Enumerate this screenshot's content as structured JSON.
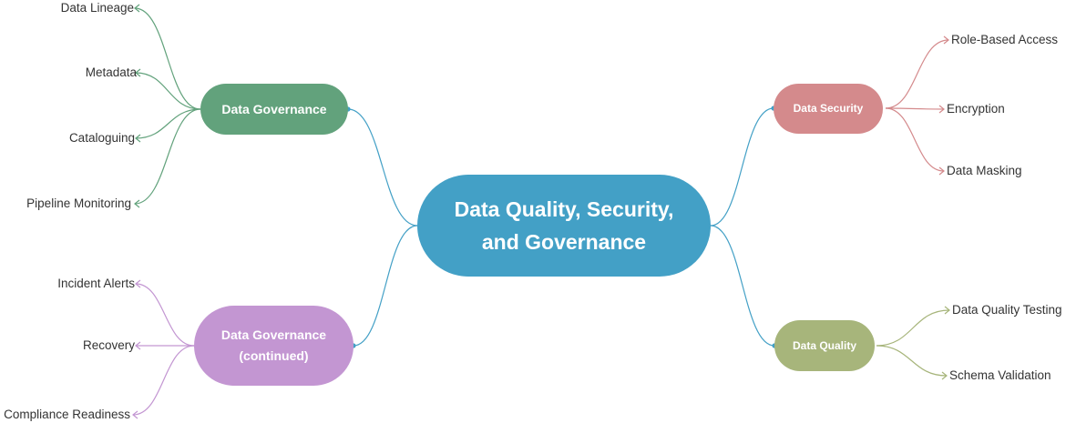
{
  "central": {
    "label": "Data Quality, Security,\nand Governance",
    "color": "#43A0C6"
  },
  "branches": [
    {
      "id": "gov",
      "label": "Data Governance",
      "color": "#62A27C",
      "leaves": [
        "Data Lineage",
        "Metadata",
        "Cataloguing",
        "Pipeline Monitoring"
      ]
    },
    {
      "id": "govc",
      "label": "Data Governance\n(continued)",
      "color": "#C396D2",
      "leaves": [
        "Incident Alerts",
        "Recovery",
        "Compliance Readiness"
      ]
    },
    {
      "id": "sec",
      "label": "Data Security",
      "color": "#D48A8C",
      "leaves": [
        "Role-Based Access",
        "Encryption",
        "Data Masking"
      ]
    },
    {
      "id": "qual",
      "label": "Data Quality",
      "color": "#A7B57B",
      "leaves": [
        "Data Quality Testing",
        "Schema Validation"
      ]
    }
  ]
}
